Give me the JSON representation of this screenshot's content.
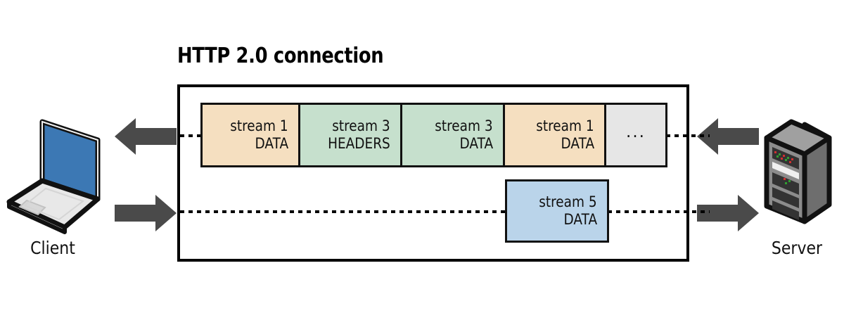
{
  "diagram": {
    "title": "HTTP 2.0 connection",
    "type": "sequence-multiplexing-diagram"
  },
  "endpoints": {
    "client": {
      "label": "Client",
      "icon": "laptop-icon"
    },
    "server": {
      "label": "Server",
      "icon": "server-tower-icon"
    }
  },
  "arrows": {
    "client_inbound": {
      "name": "arrow-left-icon",
      "direction": "left"
    },
    "client_outbound": {
      "name": "arrow-right-icon",
      "direction": "right"
    },
    "server_inbound": {
      "name": "arrow-left-icon",
      "direction": "left"
    },
    "server_outbound": {
      "name": "arrow-right-icon",
      "direction": "right"
    }
  },
  "colors": {
    "data_peach": "#F5DFC0",
    "headers_green": "#C6E0CD",
    "stream5_blue": "#BAD4EA",
    "ellipsis_gray": "#E6E6E6",
    "arrow_gray": "#4A4A4A",
    "outline_black": "#111111",
    "laptop_screen_blue": "#3C78B4",
    "server_body_gray": "#8C8C8C"
  },
  "top_row_frames": [
    {
      "stream": "stream 1",
      "frame_type": "DATA",
      "color": "#F5DFC0",
      "width": 142
    },
    {
      "stream": "stream 3",
      "frame_type": "HEADERS",
      "color": "#C6E0CD",
      "width": 148
    },
    {
      "stream": "stream 3",
      "frame_type": "DATA",
      "color": "#C6E0CD",
      "width": 149
    },
    {
      "stream": "stream 1",
      "frame_type": "DATA",
      "color": "#F5DFC0",
      "width": 147
    },
    {
      "stream": "",
      "frame_type": "...",
      "color": "#E6E6E6",
      "width": 90
    }
  ],
  "bottom_row_frame": {
    "stream": "stream 5",
    "frame_type": "DATA",
    "color": "#BAD4EA"
  }
}
